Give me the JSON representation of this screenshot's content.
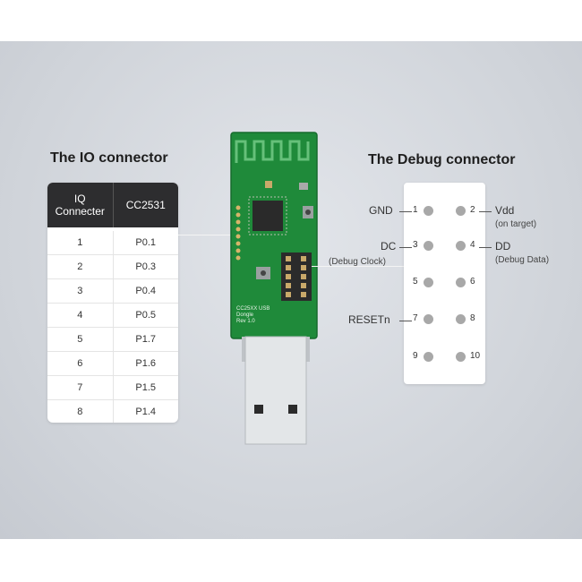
{
  "io_connector": {
    "title": "The IO connector",
    "headers": [
      "IQ\nConnecter",
      "CC2531"
    ],
    "rows": [
      [
        "1",
        "P0.1"
      ],
      [
        "2",
        "P0.3"
      ],
      [
        "3",
        "P0.4"
      ],
      [
        "4",
        "P0.5"
      ],
      [
        "5",
        "P1.7"
      ],
      [
        "6",
        "P1.6"
      ],
      [
        "7",
        "P1.5"
      ],
      [
        "8",
        "P1.4"
      ]
    ]
  },
  "debug_connector": {
    "title": "The Debug connector",
    "pin_numbers": [
      "1",
      "2",
      "3",
      "4",
      "5",
      "6",
      "7",
      "8",
      "9",
      "10"
    ],
    "labels": {
      "gnd": "GND",
      "vdd": "Vdd",
      "vdd_note": "(on target)",
      "dc": "DC",
      "dc_note": "(Debug Clock)",
      "dd": "DD",
      "dd_note": "(Debug Data)",
      "reset": "RESETn"
    }
  },
  "board": {
    "silkscreen_lines": [
      "CC25XX USB",
      "Dongle",
      "Rev 1.0"
    ],
    "colors": {
      "pcb": "#1f8a3a",
      "usb_metal": "#d9dcdf",
      "chip": "#2a2a2a"
    }
  }
}
